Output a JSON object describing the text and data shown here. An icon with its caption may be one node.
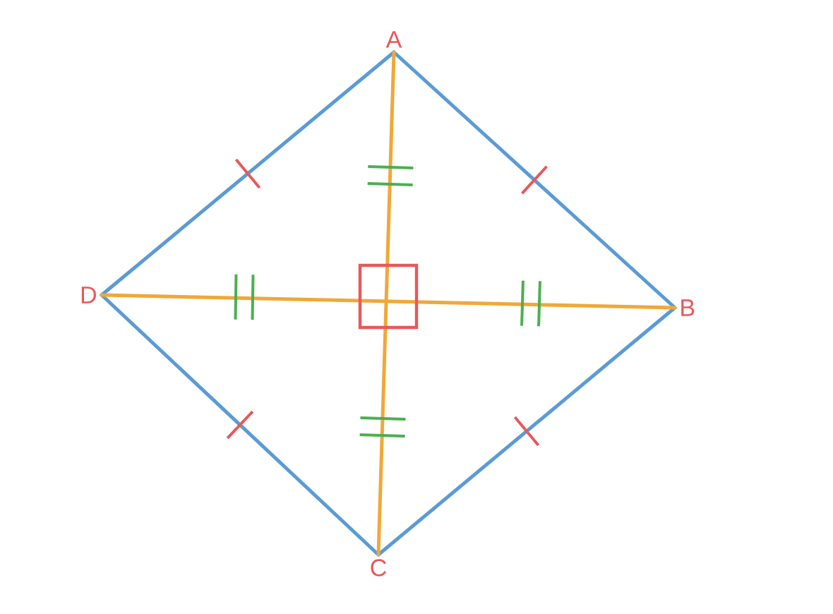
{
  "diagram": {
    "nodes": [
      {
        "text": [
          "A"
        ]
      },
      {
        "text": [
          "B"
        ]
      },
      {
        "text": [
          "C"
        ]
      },
      {
        "text": [
          "D"
        ]
      }
    ],
    "edges": [
      {
        "from": 0,
        "to": 1,
        "arrow": "none"
      },
      {
        "from": 1,
        "to": 2,
        "arrow": "none"
      },
      {
        "from": 2,
        "to": 3,
        "arrow": "none"
      },
      {
        "from": 3,
        "to": 0,
        "arrow": "none"
      },
      {
        "from": 0,
        "to": 2,
        "arrow": "none",
        "color": "#f0a838"
      },
      {
        "from": 3,
        "to": 1,
        "arrow": "none",
        "color": "#f0a838"
      }
    ]
  }
}
